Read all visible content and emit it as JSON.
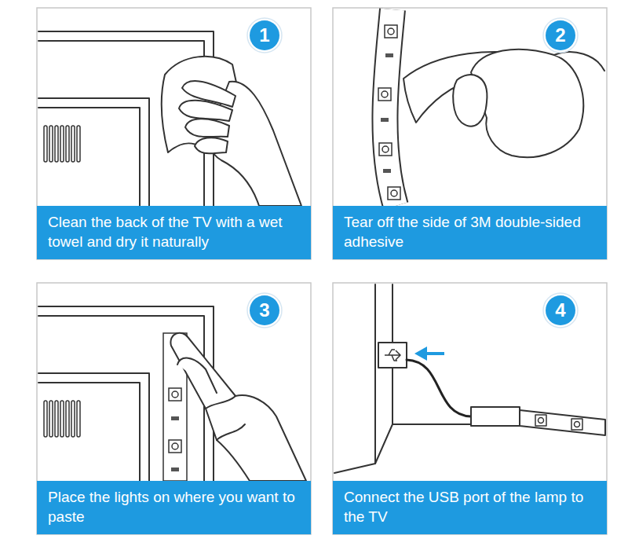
{
  "diagram": {
    "nodes": [
      {
        "text": [
          "1"
        ]
      },
      {
        "text": [
          "Clean the back of the TV with a wet towel and dry it naturally"
        ]
      },
      {
        "text": [
          "2"
        ]
      },
      {
        "text": [
          "Tear off the side of 3M double-sided adhesive"
        ]
      },
      {
        "text": [
          "3"
        ]
      },
      {
        "text": [
          "Place the lights on where you want to paste"
        ]
      },
      {
        "text": [
          "4"
        ]
      },
      {
        "text": [
          "Connect the USB port of the lamp to the TV"
        ]
      }
    ],
    "edges": []
  }
}
